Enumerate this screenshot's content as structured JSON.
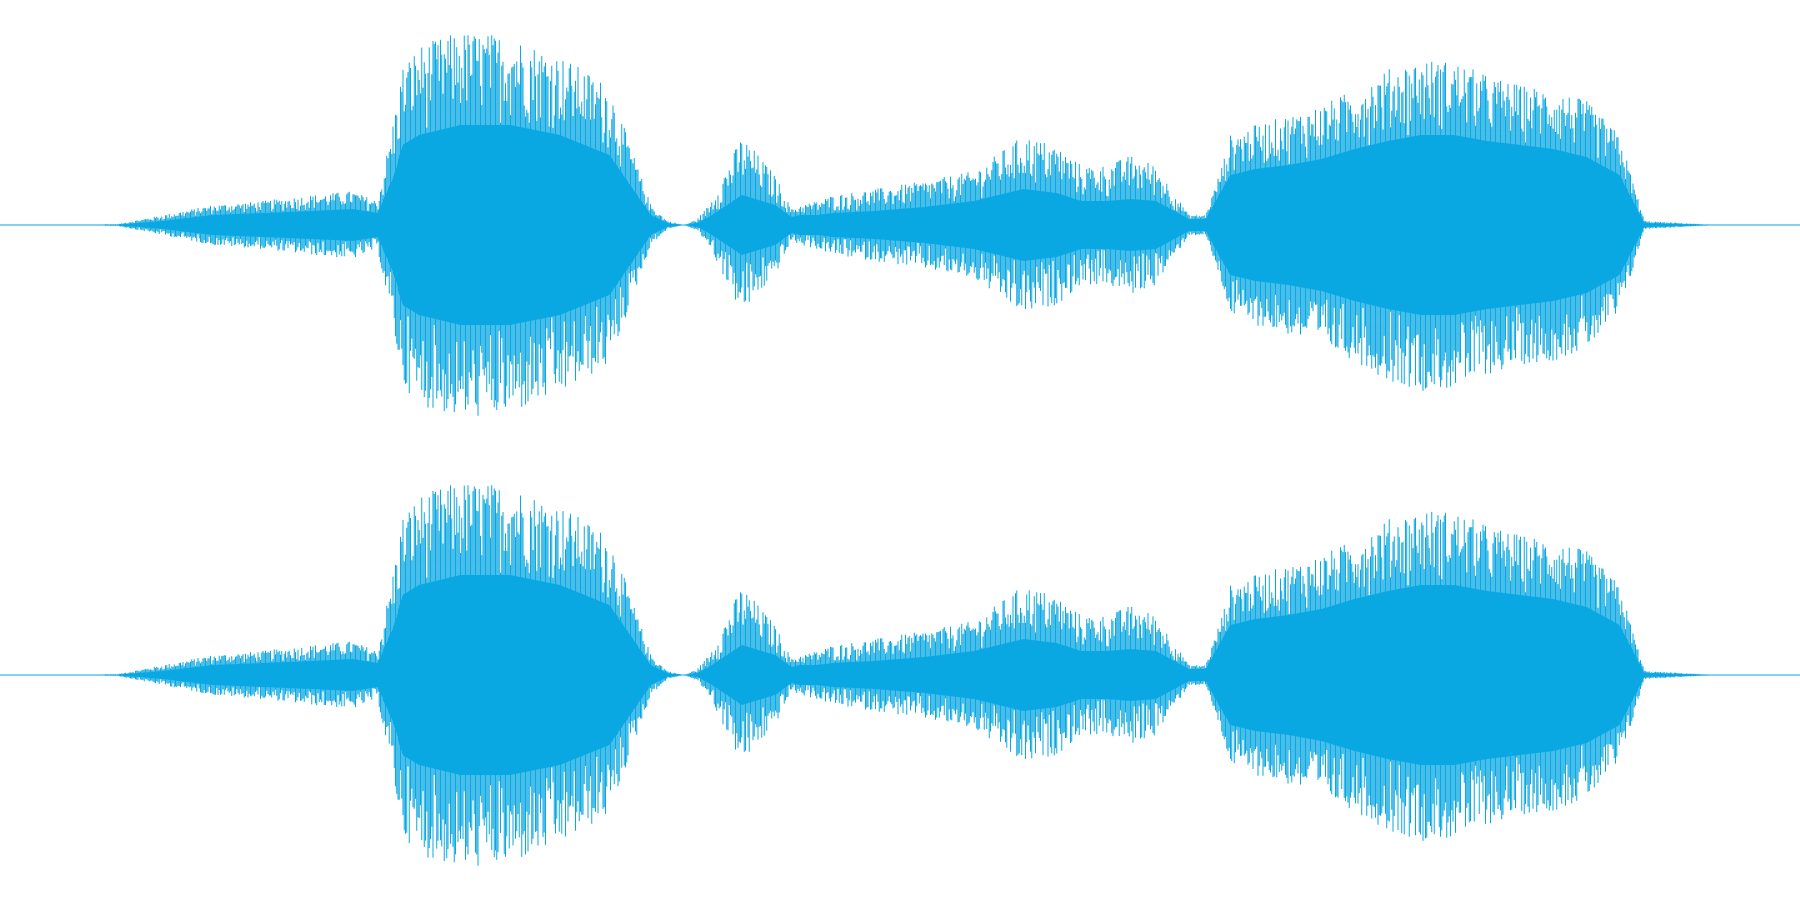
{
  "chart_data": [
    {
      "type": "area",
      "name": "",
      "channel": 1,
      "color": "#0aa8e3",
      "ylim": [
        -1,
        1
      ],
      "grid": false,
      "x": [
        0,
        0.033,
        0.06,
        0.09,
        0.12,
        0.15,
        0.175,
        0.19,
        0.2,
        0.205,
        0.215,
        0.24,
        0.27,
        0.3,
        0.33,
        0.355,
        0.365,
        0.375,
        0.383,
        0.39,
        0.41,
        0.43,
        0.44,
        0.445,
        0.455,
        0.465,
        0.49,
        0.52,
        0.55,
        0.58,
        0.6,
        0.615,
        0.63,
        0.645,
        0.66,
        0.68,
        0.69,
        0.7,
        0.705,
        0.72,
        0.74,
        0.76,
        0.78,
        0.8,
        0.82,
        0.84,
        0.86,
        0.88,
        0.9,
        0.92,
        0.94,
        0.955,
        1.0
      ],
      "peak_max": [
        0,
        0.005,
        0.05,
        0.1,
        0.12,
        0.15,
        0.17,
        0.12,
        0.55,
        0.8,
        0.9,
        0.97,
        0.95,
        0.85,
        0.7,
        0.1,
        0.02,
        0.0,
        0.03,
        0.1,
        0.45,
        0.25,
        0.08,
        0.1,
        0.12,
        0.15,
        0.18,
        0.22,
        0.27,
        0.45,
        0.4,
        0.3,
        0.3,
        0.35,
        0.3,
        0.05,
        0.05,
        0.3,
        0.45,
        0.5,
        0.55,
        0.6,
        0.68,
        0.78,
        0.83,
        0.82,
        0.75,
        0.7,
        0.68,
        0.62,
        0.45,
        0.02,
        0
      ],
      "rms": [
        0,
        0.002,
        0.02,
        0.05,
        0.06,
        0.07,
        0.08,
        0.06,
        0.25,
        0.4,
        0.45,
        0.5,
        0.5,
        0.45,
        0.35,
        0.05,
        0.01,
        0.0,
        0.01,
        0.04,
        0.15,
        0.1,
        0.04,
        0.05,
        0.05,
        0.06,
        0.07,
        0.09,
        0.12,
        0.18,
        0.16,
        0.12,
        0.12,
        0.13,
        0.12,
        0.03,
        0.03,
        0.18,
        0.25,
        0.28,
        0.3,
        0.33,
        0.38,
        0.42,
        0.45,
        0.45,
        0.42,
        0.4,
        0.38,
        0.34,
        0.25,
        0.01,
        0
      ]
    },
    {
      "type": "area",
      "name": "",
      "channel": 2,
      "color": "#0aa8e3",
      "ylim": [
        -1,
        1
      ],
      "grid": false,
      "x": [
        0,
        0.033,
        0.06,
        0.09,
        0.12,
        0.15,
        0.175,
        0.19,
        0.2,
        0.205,
        0.215,
        0.24,
        0.27,
        0.3,
        0.33,
        0.355,
        0.365,
        0.375,
        0.383,
        0.39,
        0.41,
        0.43,
        0.44,
        0.445,
        0.455,
        0.465,
        0.49,
        0.52,
        0.55,
        0.58,
        0.6,
        0.615,
        0.63,
        0.645,
        0.66,
        0.68,
        0.69,
        0.7,
        0.705,
        0.72,
        0.74,
        0.76,
        0.78,
        0.8,
        0.82,
        0.84,
        0.86,
        0.88,
        0.9,
        0.92,
        0.94,
        0.955,
        1.0
      ],
      "peak_max": [
        0,
        0.005,
        0.05,
        0.1,
        0.12,
        0.15,
        0.17,
        0.12,
        0.55,
        0.8,
        0.9,
        0.97,
        0.95,
        0.85,
        0.7,
        0.1,
        0.02,
        0.0,
        0.03,
        0.1,
        0.45,
        0.25,
        0.08,
        0.1,
        0.12,
        0.15,
        0.18,
        0.22,
        0.27,
        0.45,
        0.4,
        0.3,
        0.3,
        0.35,
        0.3,
        0.05,
        0.05,
        0.3,
        0.45,
        0.5,
        0.55,
        0.6,
        0.68,
        0.78,
        0.83,
        0.82,
        0.75,
        0.7,
        0.68,
        0.62,
        0.45,
        0.02,
        0
      ],
      "rms": [
        0,
        0.002,
        0.02,
        0.05,
        0.06,
        0.07,
        0.08,
        0.06,
        0.25,
        0.4,
        0.45,
        0.5,
        0.5,
        0.45,
        0.35,
        0.05,
        0.01,
        0.0,
        0.01,
        0.04,
        0.15,
        0.1,
        0.04,
        0.05,
        0.05,
        0.06,
        0.07,
        0.09,
        0.12,
        0.18,
        0.16,
        0.12,
        0.12,
        0.13,
        0.12,
        0.03,
        0.03,
        0.18,
        0.25,
        0.28,
        0.3,
        0.33,
        0.38,
        0.42,
        0.45,
        0.45,
        0.42,
        0.4,
        0.38,
        0.34,
        0.25,
        0.01,
        0
      ]
    }
  ]
}
